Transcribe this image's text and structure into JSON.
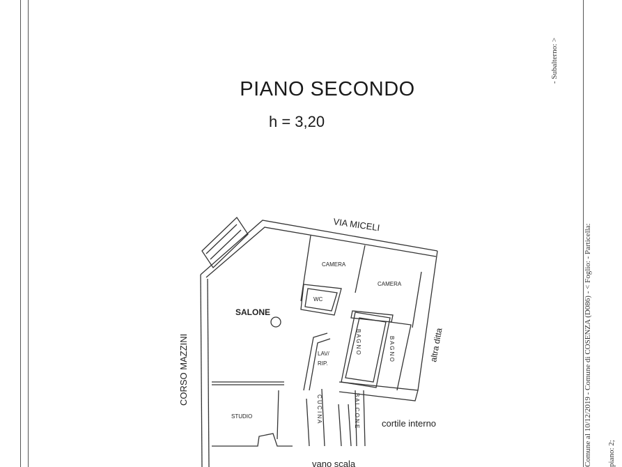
{
  "plan": {
    "title": "PIANO SECONDO",
    "height": "h = 3,20"
  },
  "streets": {
    "north": "VIA MICELI",
    "west": "CORSO MAZZINI"
  },
  "rooms": {
    "salone": "SALONE",
    "camera_1": "CAMERA",
    "camera_2": "CAMERA",
    "wc": "WC",
    "lav_rip": [
      "LAV/",
      "RIP."
    ],
    "bagno_1": "B A G N O",
    "bagno_2": "B A G N O",
    "cucina": "C U C I N A",
    "balcone": "B A L C O N E",
    "studio": "STUDIO"
  },
  "surroundings": {
    "altra_ditta": "altra ditta",
    "cortile": "cortile interno",
    "vano_scala": "vano scala"
  },
  "margin_notes": {
    "line_1": "- Subalterno:  >",
    "line_2": "Comune al 10/12/2019 - Comune di COSENZA (D086) - < Foglio:  - Particella:",
    "line_3": "piano: 2;"
  }
}
